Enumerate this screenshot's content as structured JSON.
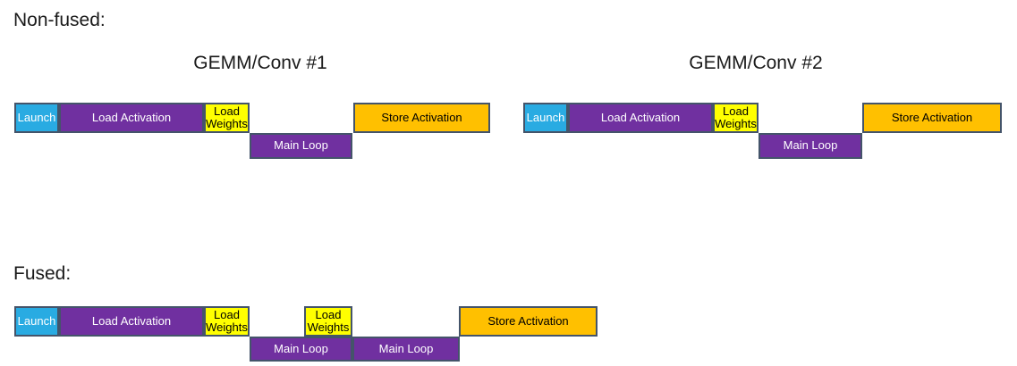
{
  "colors": {
    "launch": "#29ABE2",
    "load": "#7030A0",
    "weights": "#FFFF00",
    "store": "#FFC000",
    "border": "#44546A"
  },
  "diagram": {
    "non_fused": {
      "heading": "Non-fused:",
      "kernel1": {
        "title": "GEMM/Conv #1",
        "launch": "Launch",
        "load_activation": "Load Activation",
        "load_weights": "Load Weights",
        "main_loop": "Main Loop",
        "store_activation": "Store Activation"
      },
      "kernel2": {
        "title": "GEMM/Conv #2",
        "launch": "Launch",
        "load_activation": "Load Activation",
        "load_weights": "Load Weights",
        "main_loop": "Main Loop",
        "store_activation": "Store Activation"
      }
    },
    "fused": {
      "heading": "Fused:",
      "launch": "Launch",
      "load_activation": "Load Activation",
      "load_weights_1": "Load Weights",
      "main_loop_1": "Main Loop",
      "load_weights_2": "Load Weights",
      "main_loop_2": "Main Loop",
      "store_activation": "Store Activation"
    }
  }
}
